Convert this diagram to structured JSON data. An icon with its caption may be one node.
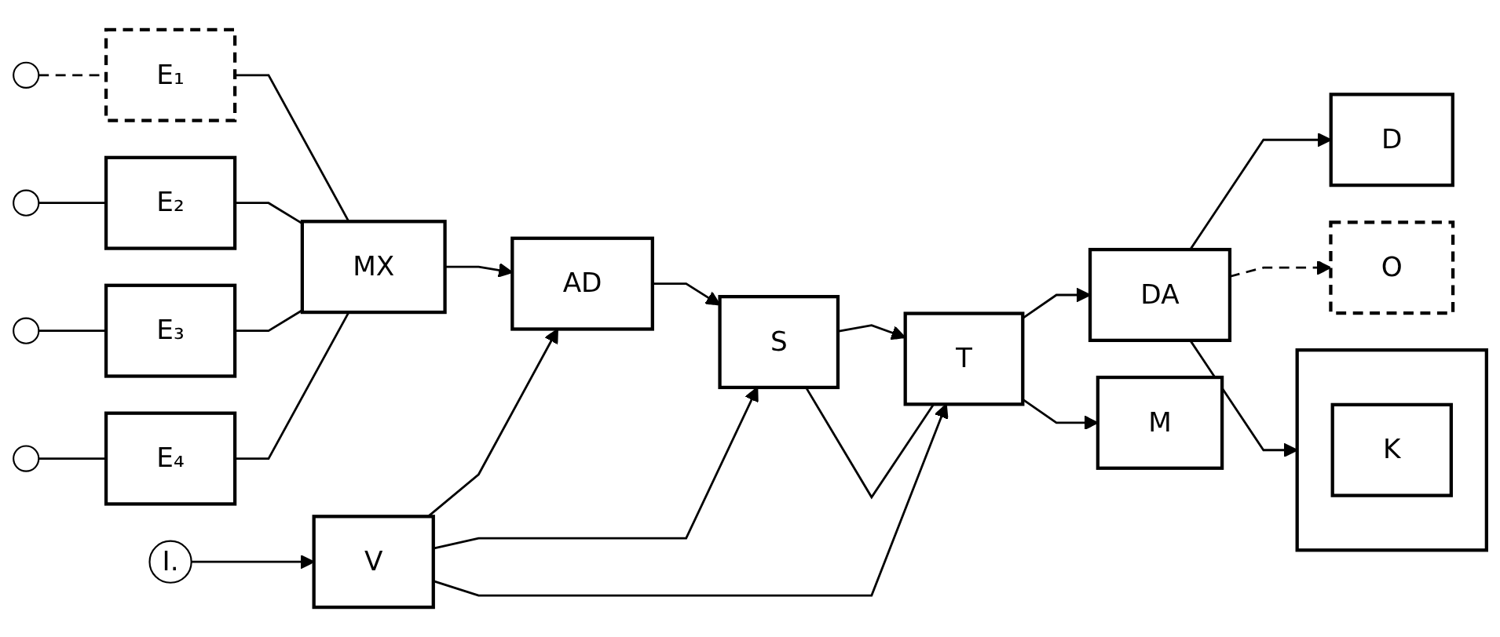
{
  "diagram": {
    "nodes": [
      {
        "text": [],
        "shape": "circle"
      },
      {
        "text": [
          "E₁"
        ]
      },
      {
        "text": [],
        "shape": "circle"
      },
      {
        "text": [
          "E₂"
        ]
      },
      {
        "text": [],
        "shape": "circle"
      },
      {
        "text": [
          "E₃"
        ]
      },
      {
        "text": [],
        "shape": "circle"
      },
      {
        "text": [
          "E₄"
        ]
      },
      {
        "text": [
          "MX"
        ]
      },
      {
        "text": [
          "AD"
        ]
      },
      {
        "text": [
          "S"
        ]
      },
      {
        "text": [
          "T"
        ]
      },
      {
        "text": [
          "DA"
        ]
      },
      {
        "text": [],
        "shape": "box"
      },
      {
        "text": [
          "K"
        ],
        "in": 13
      },
      {
        "text": [
          "D"
        ]
      },
      {
        "text": [
          "M"
        ]
      },
      {
        "text": [
          "I."
        ]
      },
      {
        "text": [
          "V"
        ]
      },
      {
        "text": [
          "O"
        ]
      }
    ],
    "edges": [
      {
        "from": 0,
        "to": 1,
        "arrow": "none",
        "style": "dashed"
      },
      {
        "from": 2,
        "to": 3,
        "arrow": "none"
      },
      {
        "from": 4,
        "to": 5,
        "arrow": "none"
      },
      {
        "from": 6,
        "to": 7,
        "arrow": "none"
      },
      {
        "from": 1,
        "to": 8,
        "arrow": "none"
      },
      {
        "from": 3,
        "to": 8,
        "arrow": "none"
      },
      {
        "from": 5,
        "to": 8,
        "arrow": "none"
      },
      {
        "from": 7,
        "to": 8,
        "arrow": "none"
      },
      {
        "from": 8,
        "to": 9,
        "arrow": "to"
      },
      {
        "from": 9,
        "to": 10,
        "arrow": "to"
      },
      {
        "from": 10,
        "to": 11,
        "arrow": "to"
      },
      {
        "from": 11,
        "to": 12,
        "arrow": "to"
      },
      {
        "from": 11,
        "to": 10,
        "arrow": "none"
      },
      {
        "from": 12,
        "to": 13,
        "arrow": "to"
      },
      {
        "from": 12,
        "to": 15,
        "arrow": "to"
      },
      {
        "from": 12,
        "to": 19,
        "arrow": "to",
        "style": "dashed"
      },
      {
        "from": 11,
        "to": 16,
        "arrow": "to"
      },
      {
        "from": 17,
        "to": 18,
        "arrow": "to"
      },
      {
        "from": 18,
        "to": 9,
        "arrow": "to"
      },
      {
        "from": 18,
        "to": 10,
        "arrow": "to"
      },
      {
        "from": 18,
        "to": 11,
        "arrow": "to"
      }
    ]
  }
}
